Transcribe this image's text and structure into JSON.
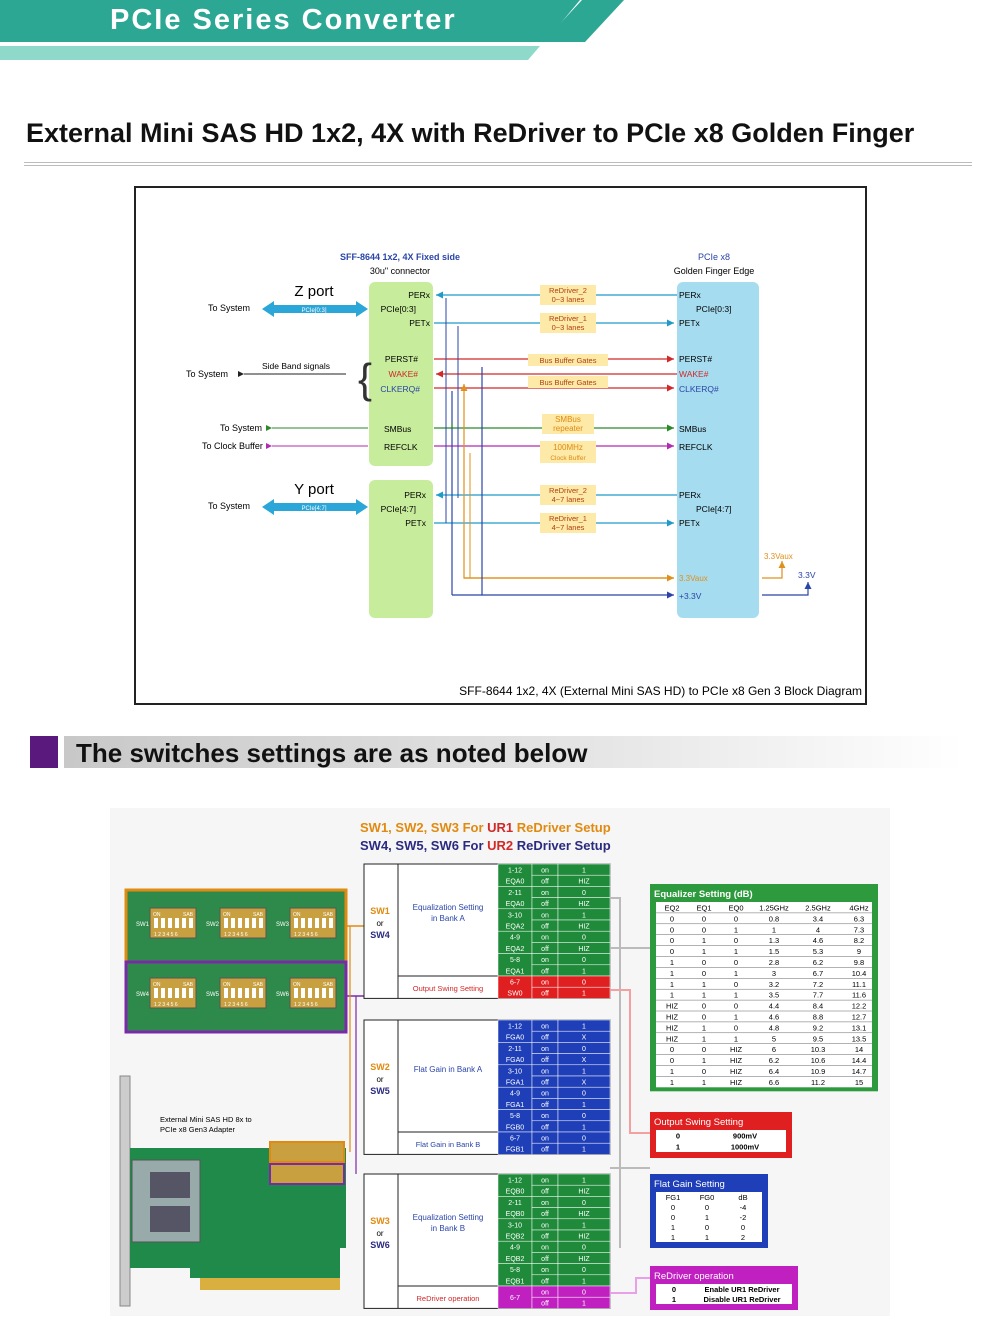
{
  "banner": {
    "title": "PCIe Series Converter",
    "accent": "#2ba793",
    "light": "#8ed9c9"
  },
  "main_title": "External Mini SAS HD 1x2, 4X with ReDriver to PCIe x8 Golden Finger",
  "block_diagram": {
    "left_header_1": "SFF-8644 1x2, 4X Fixed side",
    "left_header_2": "30u\" connector",
    "right_header_1": "PCIe x8",
    "right_header_2": "Golden Finger Edge",
    "z_port": "Z port",
    "y_port": "Y port",
    "pcie03_small": "PCIe[0:3]",
    "pcie47_small": "PCIe[4:7]",
    "to_system": "To System",
    "to_clock_buffer": "To Clock Buffer",
    "side_band": "Side Band signals",
    "left_z": [
      "PERx",
      "PCIe[0:3]",
      "PETx"
    ],
    "left_sb": [
      "PERST#",
      "WAKE#",
      "CLKERQ#"
    ],
    "left_misc": [
      "SMBus",
      "REFCLK"
    ],
    "left_y": [
      "PERx",
      "PCIe[4:7]",
      "PETx"
    ],
    "right_z": [
      "PERx",
      "PCIe[0:3]",
      "PETx"
    ],
    "right_sb": [
      "PERST#",
      "WAKE#",
      "CLKERQ#"
    ],
    "right_misc": [
      "SMBus",
      "REFCLK"
    ],
    "right_y": [
      "PERx",
      "PCIe[4:7]",
      "PETx"
    ],
    "right_power": [
      "3.3Vaux",
      "+3.3V"
    ],
    "redriver2_z": [
      "ReDriver_2",
      "0~3 lanes"
    ],
    "redriver1_z": [
      "ReDriver_1",
      "0~3 lanes"
    ],
    "bus_buffer": "Bus Buffer Gates",
    "smbus_rep": [
      "SMBus",
      "repeater"
    ],
    "clock_buf": [
      "100MHz",
      "Clock Buffer"
    ],
    "redriver2_y": [
      "ReDriver_2",
      "4~7 lanes"
    ],
    "redriver1_y": [
      "ReDriver_1",
      "4~7 lanes"
    ],
    "v_aux": "3.3Vaux",
    "v_33": "3.3V",
    "caption": "SFF-8644 1x2, 4X (External Mini SAS HD) to PCIe x8 Gen 3 Block Diagram"
  },
  "section_title": "The switches settings are as noted below",
  "switches": {
    "head1a": "SW1, SW2, SW3 For ",
    "head1b": "UR1",
    "head1c": " ReDriver Setup",
    "head2a": "SW4, SW5, SW6 For ",
    "head2b": "UR2",
    "head2c": " ReDriver Setup",
    "board_caption_1": "External Mini SAS HD 8x to",
    "board_caption_2": "PCIe x8 Gen3 Adapter",
    "dip_labels": [
      "SW1",
      "SW2",
      "SW3",
      "SW4",
      "SW5",
      "SW6"
    ],
    "dip_on": "ON",
    "dip_sab": "SAB",
    "dip_nums": "1 2 3 4 5 6",
    "or": "or",
    "groups": [
      {
        "sw_a": "SW1",
        "sw_b": "SW4",
        "desc": [
          "Equalization Setting",
          "in Bank A"
        ],
        "extra_desc": "Output Swing Setting",
        "rows": [
          [
            "1-12",
            "EQA0",
            "on",
            "off",
            "1",
            "HIZ"
          ],
          [
            "2-11",
            "EQA0",
            "on",
            "off",
            "0",
            "HIZ"
          ],
          [
            "3-10",
            "EQA2",
            "on",
            "off",
            "1",
            "HIZ"
          ],
          [
            "4-9",
            "EQA2",
            "on",
            "off",
            "0",
            "HIZ"
          ],
          [
            "5-8",
            "EQA1",
            "on",
            "off",
            "0",
            "1"
          ]
        ],
        "extra": [
          "6-7",
          "SW0",
          "on",
          "off",
          "0",
          "1"
        ]
      },
      {
        "sw_a": "SW2",
        "sw_b": "SW5",
        "desc": [
          "Flat Gain in Bank A"
        ],
        "extra_desc": "Flat Gain in Bank B",
        "rows": [
          [
            "1-12",
            "FGA0",
            "on",
            "off",
            "1",
            "X"
          ],
          [
            "2-11",
            "FGA0",
            "on",
            "off",
            "0",
            "X"
          ],
          [
            "3-10",
            "FGA1",
            "on",
            "off",
            "1",
            "X"
          ],
          [
            "4-9",
            "FGA1",
            "on",
            "off",
            "0",
            "1"
          ],
          [
            "5-8",
            "FGB0",
            "on",
            "off",
            "0",
            "1"
          ]
        ],
        "extra": [
          "6-7",
          "FGB1",
          "on",
          "off",
          "0",
          "1"
        ]
      },
      {
        "sw_a": "SW3",
        "sw_b": "SW6",
        "desc": [
          "Equalization Setting",
          "in Bank B"
        ],
        "extra_desc": "ReDriver operation",
        "rows": [
          [
            "1-12",
            "EQB0",
            "on",
            "off",
            "1",
            "HIZ"
          ],
          [
            "2-11",
            "EQB0",
            "on",
            "off",
            "0",
            "HIZ"
          ],
          [
            "3-10",
            "EQB2",
            "on",
            "off",
            "1",
            "HIZ"
          ],
          [
            "4-9",
            "EQB2",
            "on",
            "off",
            "0",
            "HIZ"
          ],
          [
            "5-8",
            "EQB1",
            "on",
            "off",
            "0",
            "1"
          ]
        ],
        "extra": [
          "6-7",
          "",
          "on",
          "off",
          "0",
          "1"
        ]
      }
    ],
    "eq_table": {
      "title": "Equalizer Setting (dB)",
      "headers": [
        "EQ2",
        "EQ1",
        "EQ0",
        "1.25GHz",
        "2.5GHz",
        "4GHz"
      ],
      "rows": [
        [
          "0",
          "0",
          "0",
          "0.8",
          "3.4",
          "6.3"
        ],
        [
          "0",
          "0",
          "1",
          "1",
          "4",
          "7.3"
        ],
        [
          "0",
          "1",
          "0",
          "1.3",
          "4.6",
          "8.2"
        ],
        [
          "0",
          "1",
          "1",
          "1.5",
          "5.3",
          "9"
        ],
        [
          "1",
          "0",
          "0",
          "2.8",
          "6.2",
          "9.8"
        ],
        [
          "1",
          "0",
          "1",
          "3",
          "6.7",
          "10.4"
        ],
        [
          "1",
          "1",
          "0",
          "3.2",
          "7.2",
          "11.1"
        ],
        [
          "1",
          "1",
          "1",
          "3.5",
          "7.7",
          "11.6"
        ],
        [
          "HIZ",
          "0",
          "0",
          "4.4",
          "8.4",
          "12.2"
        ],
        [
          "HIZ",
          "0",
          "1",
          "4.6",
          "8.8",
          "12.7"
        ],
        [
          "HIZ",
          "1",
          "0",
          "4.8",
          "9.2",
          "13.1"
        ],
        [
          "HIZ",
          "1",
          "1",
          "5",
          "9.5",
          "13.5"
        ],
        [
          "0",
          "0",
          "HIZ",
          "6",
          "10.3",
          "14"
        ],
        [
          "0",
          "1",
          "HIZ",
          "6.2",
          "10.6",
          "14.4"
        ],
        [
          "1",
          "0",
          "HIZ",
          "6.4",
          "10.9",
          "14.7"
        ],
        [
          "1",
          "1",
          "HIZ",
          "6.6",
          "11.2",
          "15"
        ]
      ]
    },
    "swing_table": {
      "title": "Output Swing Setting",
      "rows": [
        [
          "0",
          "900mV"
        ],
        [
          "1",
          "1000mV"
        ]
      ]
    },
    "flat_table": {
      "title": "Flat Gain Setting",
      "headers": [
        "FG1",
        "FG0",
        "dB"
      ],
      "rows": [
        [
          "0",
          "0",
          "-4"
        ],
        [
          "0",
          "1",
          "-2"
        ],
        [
          "1",
          "0",
          "0"
        ],
        [
          "1",
          "1",
          "2"
        ]
      ]
    },
    "op_table": {
      "title": "ReDriver operation",
      "rows": [
        [
          "0",
          "Enable UR1 ReDriver"
        ],
        [
          "1",
          "Disable UR1 ReDriver"
        ]
      ]
    }
  }
}
